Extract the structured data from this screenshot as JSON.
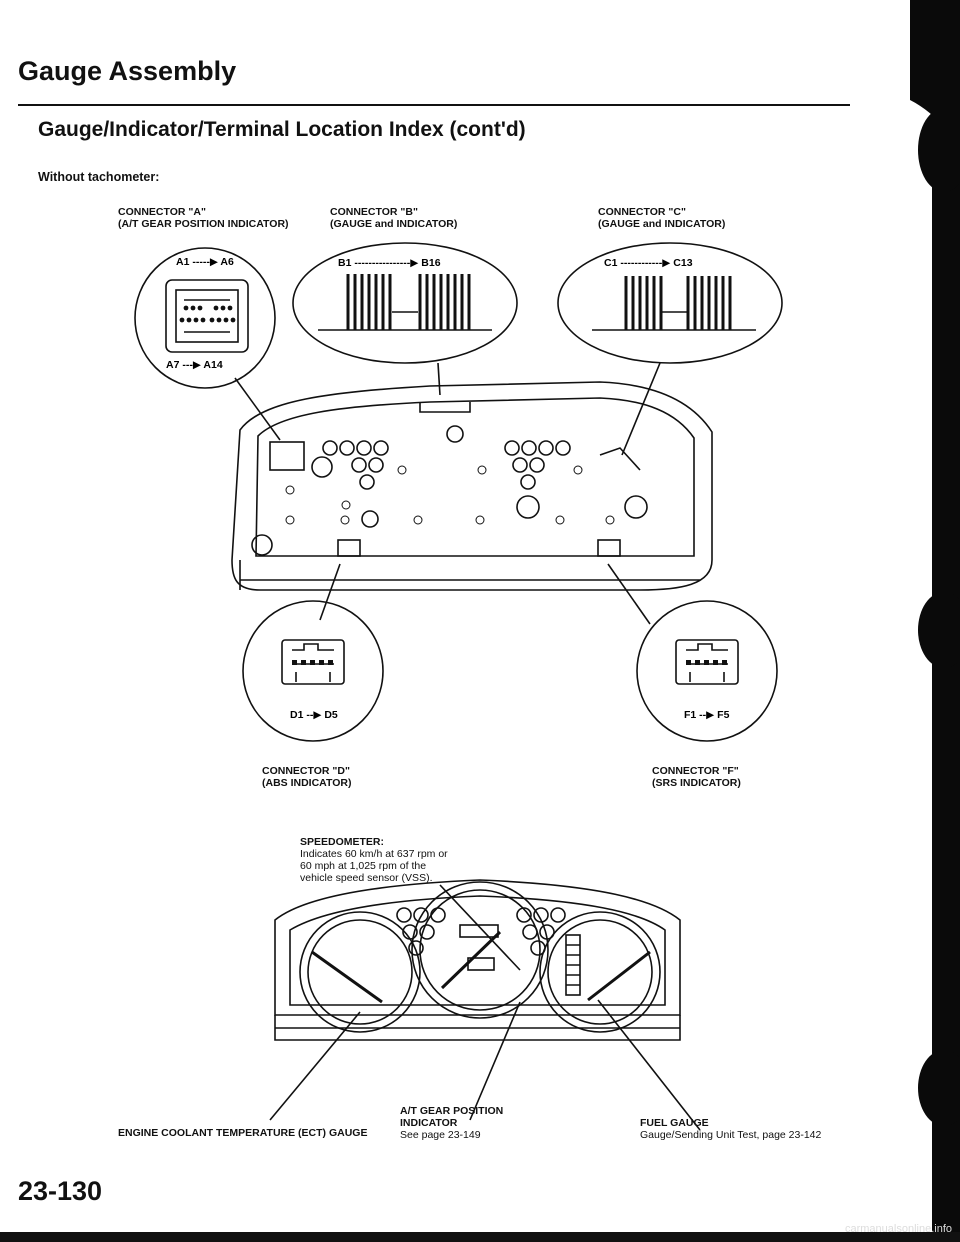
{
  "header": {
    "title": "Gauge Assembly",
    "subtitle": "Gauge/Indicator/Terminal Location Index (cont'd)",
    "note": "Without tachometer:"
  },
  "connectors": {
    "a": {
      "name": "CONNECTOR \"A\"",
      "desc": "(A/T GEAR POSITION INDICATOR)",
      "range_top": "A1 -----▶ A6",
      "range_bottom": "A7 ---▶ A14"
    },
    "b": {
      "name": "CONNECTOR \"B\"",
      "desc": "(GAUGE and INDICATOR)",
      "range": "B1 ----------------▶ B16"
    },
    "c": {
      "name": "CONNECTOR \"C\"",
      "desc": "(GAUGE and INDICATOR)",
      "range": "C1 ------------▶ C13"
    },
    "d": {
      "name": "CONNECTOR \"D\"",
      "desc": "(ABS INDICATOR)",
      "range": "D1 --▶ D5"
    },
    "f": {
      "name": "CONNECTOR \"F\"",
      "desc": "(SRS INDICATOR)",
      "range": "F1 --▶ F5"
    }
  },
  "speedometer": {
    "label": "SPEEDOMETER:",
    "lines": [
      "Indicates 60 km/h at 637 rpm or",
      "60 mph at 1,025 rpm of the",
      "vehicle speed sensor (VSS)."
    ]
  },
  "callouts": {
    "ect": "ENGINE COOLANT TEMPERATURE (ECT) GAUGE",
    "atgear_1": "A/T GEAR POSITION",
    "atgear_2": "INDICATOR",
    "atgear_3": "See page 23-149",
    "fuel_1": "FUEL GAUGE",
    "fuel_2": "Gauge/Sending Unit Test, page 23-142"
  },
  "page_number": "23-130",
  "watermark": "carmanualsonline.info"
}
